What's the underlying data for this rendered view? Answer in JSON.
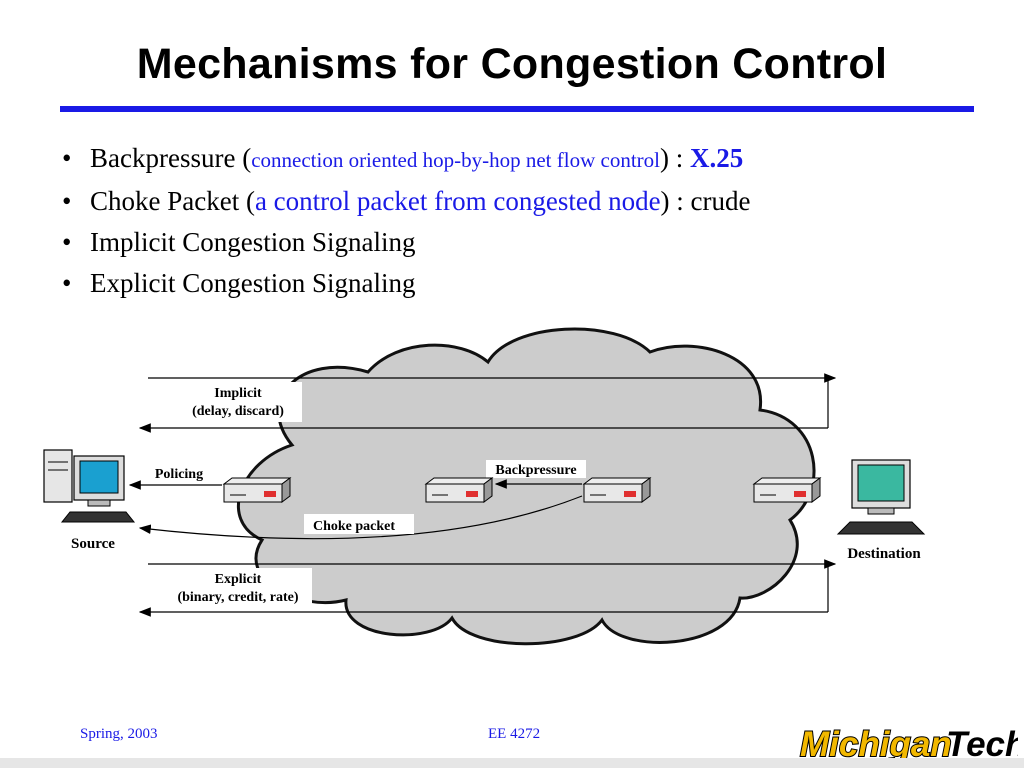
{
  "slide": {
    "title": "Mechanisms for Congestion Control"
  },
  "bullets": [
    {
      "main": "Backpressure (",
      "detail": "connection oriented hop-by-hop net flow control",
      "close": ") : ",
      "tag": "X.25"
    },
    {
      "main": "Choke Packet (",
      "detail": "a control packet from congested node",
      "close": ") : crude"
    },
    {
      "main": "Implicit Congestion Signaling"
    },
    {
      "main": "Explicit Congestion Signaling"
    }
  ],
  "diagram": {
    "implicit_label": "Implicit",
    "implicit_sub": "(delay, discard)",
    "policing_label": "Policing",
    "backpressure_label": "Backpressure",
    "choke_label": "Choke packet",
    "source_label": "Source",
    "destination_label": "Destination",
    "explicit_label": "Explicit",
    "explicit_sub": "(binary, credit, rate)",
    "cloud_color": "#cccccc",
    "router_accent": "#e03030",
    "screen_color": "#1aa0d0"
  },
  "footer": {
    "left": "Spring, 2003",
    "center": "EE 4272",
    "logo_part1": "Michigan",
    "logo_part2": "Tech"
  },
  "colors": {
    "accent_blue": "#1a1ae6",
    "logo_gold": "#f2b800"
  }
}
